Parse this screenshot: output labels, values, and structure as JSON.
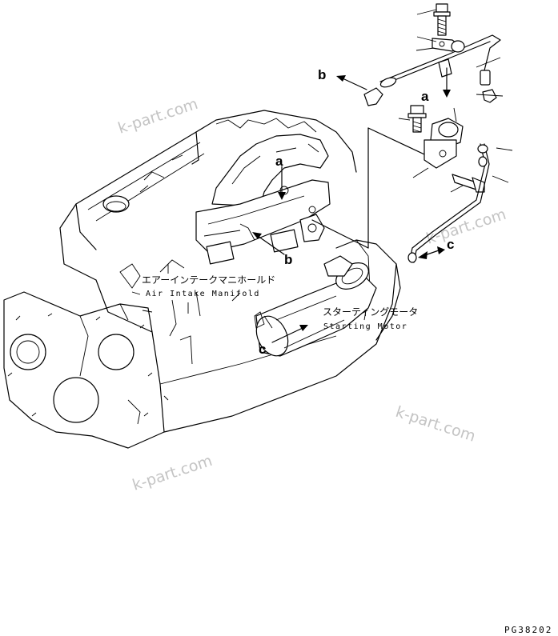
{
  "watermarks": [
    "k-part.com",
    "k-part.com",
    "k-part.com",
    "k-part.com"
  ],
  "callouts": {
    "a_top": "a",
    "b_left": "b",
    "c_right": "c",
    "a_engine": "a",
    "b_engine": "b",
    "c_motor": "c"
  },
  "labels": {
    "manifold_jp": "エアーインテークマニホールド",
    "manifold_en": "Air Intake Manifold",
    "motor_jp": "スターティングモータ",
    "motor_en": "Starting Motor"
  },
  "drawing_code": "PG38202"
}
